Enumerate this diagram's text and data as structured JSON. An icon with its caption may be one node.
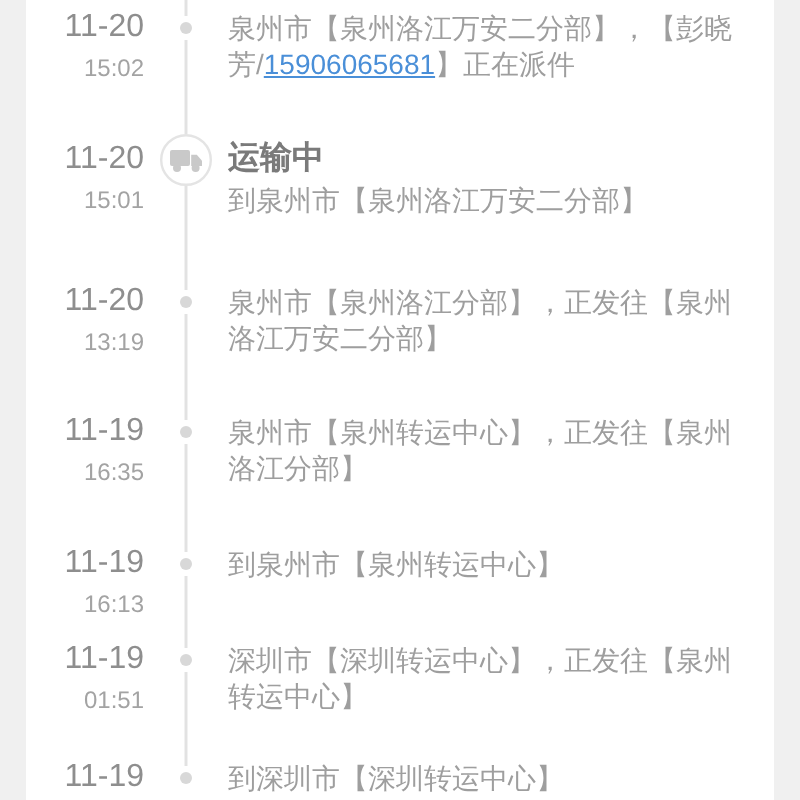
{
  "diagram": {
    "nodes": [
      {
        "text": [],
        "shape": "circle",
        "beside": [
          "11-20",
          "15:02",
          "泉州市【泉州洛江万安二分部】，【彭晓芳/",
          "15906065681",
          "】正在派件"
        ]
      },
      {
        "text": [],
        "shape": "picture",
        "beside": [
          "11-20",
          "15:01",
          "运输中",
          "到泉州市【泉州洛江万安二分部】"
        ]
      },
      {
        "text": [],
        "shape": "circle",
        "beside": [
          "11-20",
          "13:19",
          "泉州市【泉州洛江分部】，正发往【泉州洛江万安二分部】"
        ]
      },
      {
        "text": [],
        "shape": "circle",
        "beside": [
          "11-19",
          "16:35",
          "泉州市【泉州转运中心】，正发往【泉州洛江分部】"
        ]
      },
      {
        "text": [],
        "shape": "circle",
        "beside": [
          "11-19",
          "16:13",
          "到泉州市【泉州转运中心】"
        ]
      },
      {
        "text": [],
        "shape": "circle",
        "beside": [
          "11-19",
          "01:51",
          "深圳市【深圳转运中心】，正发往【泉州转运中心】"
        ]
      },
      {
        "text": [],
        "shape": "circle",
        "beside": [
          "11-19",
          "到深圳市【深圳转运中心】"
        ]
      }
    ],
    "edges": [
      {
        "from": null,
        "to": 0,
        "arrow": "none"
      },
      {
        "from": 0,
        "to": 1,
        "arrow": "none"
      },
      {
        "from": 1,
        "to": 2,
        "arrow": "none"
      },
      {
        "from": 2,
        "to": 3,
        "arrow": "none"
      },
      {
        "from": 3,
        "to": 4,
        "arrow": "none"
      },
      {
        "from": 4,
        "to": 5,
        "arrow": "none"
      },
      {
        "from": 5,
        "to": 6,
        "arrow": "none"
      }
    ]
  }
}
